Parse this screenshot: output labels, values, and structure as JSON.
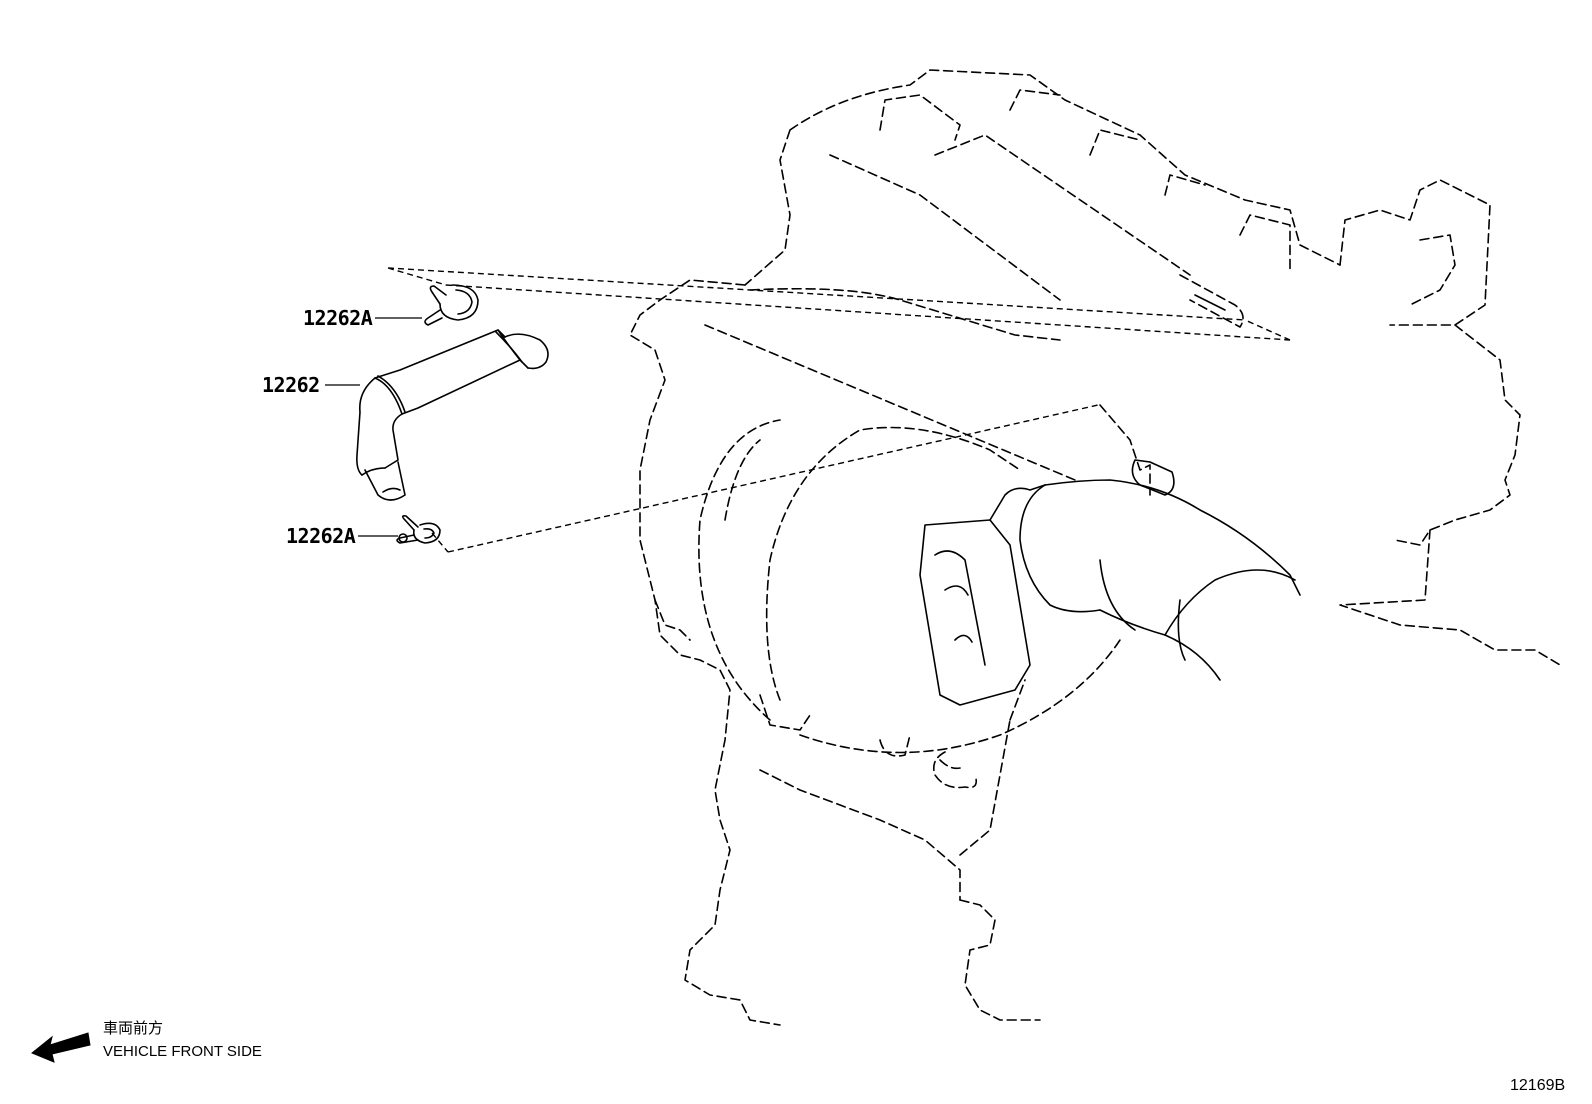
{
  "labels": {
    "clip_top": "12262A",
    "hose": "12262",
    "clip_bottom": "12262A"
  },
  "orientation": {
    "japanese": "車両前方",
    "english": "VEHICLE FRONT SIDE",
    "icon": "arrow-left-icon"
  },
  "figure_number": "12169B"
}
